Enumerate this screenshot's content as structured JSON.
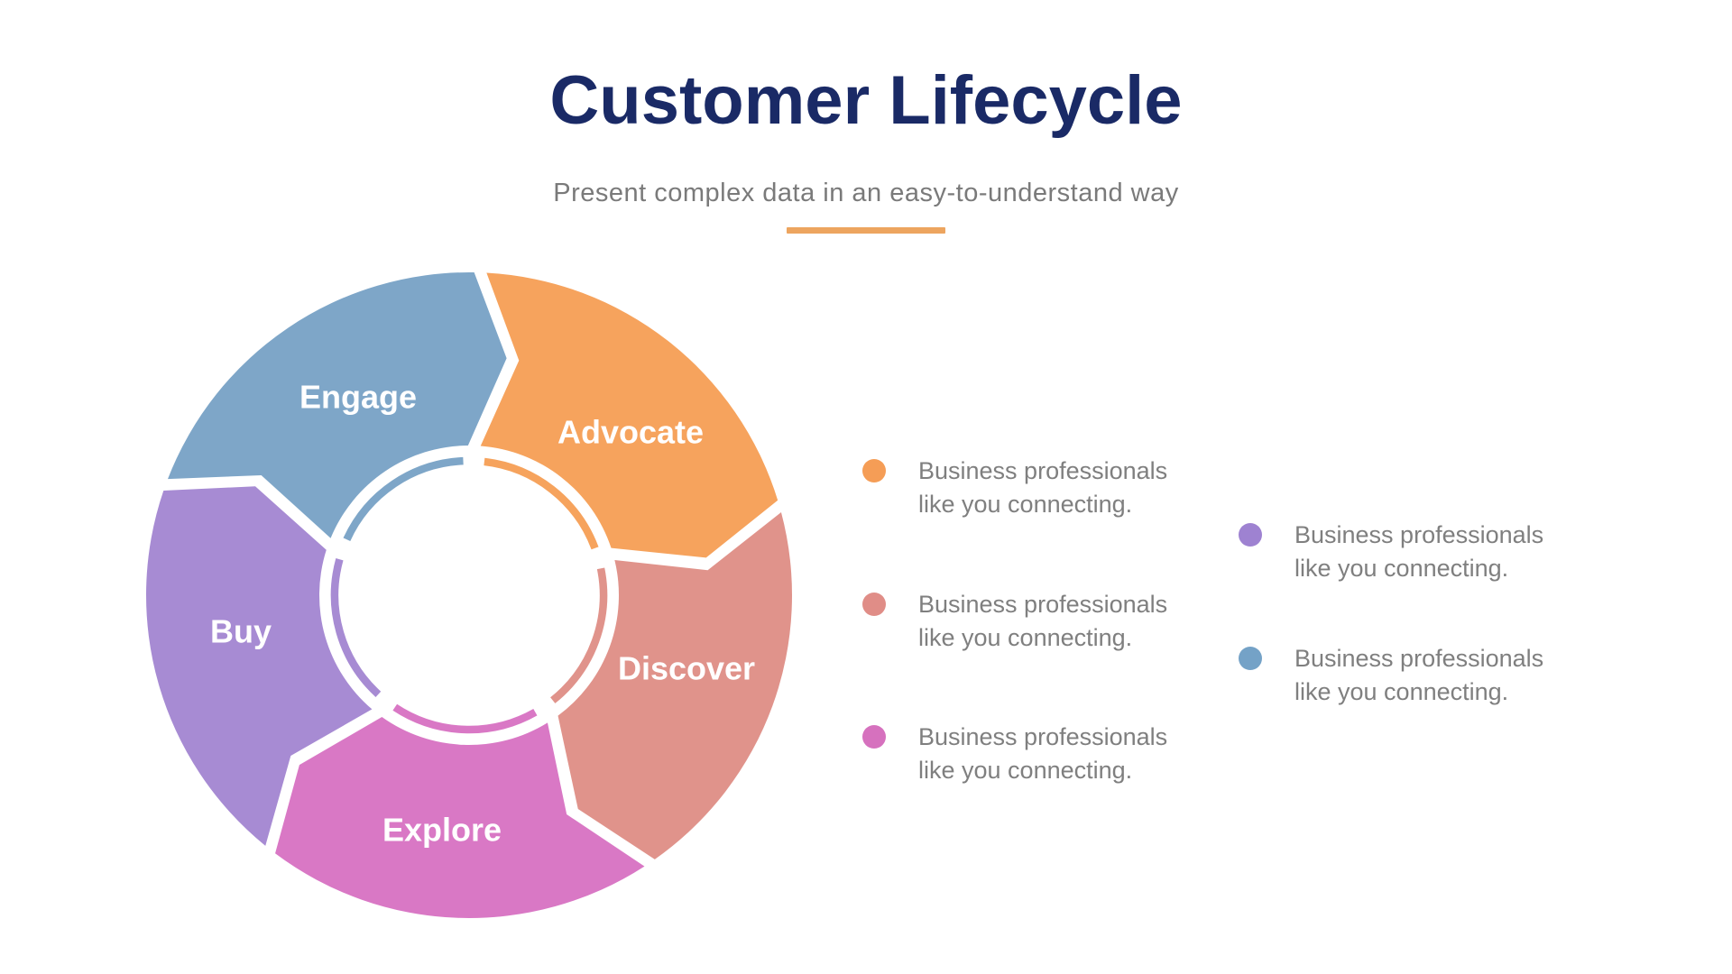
{
  "header": {
    "title": "Customer Lifecycle",
    "subtitle": "Present complex data in an easy-to-understand way",
    "title_color": "#1A2A66",
    "subtitle_color": "#7A7A7A",
    "divider_color": "#EDA55F"
  },
  "wheel": {
    "label_color": "#FFFFFF",
    "segments": [
      {
        "id": "advocate",
        "label": "Advocate",
        "color": "#F6A35D"
      },
      {
        "id": "discover",
        "label": "Discover",
        "color": "#E0938B"
      },
      {
        "id": "explore",
        "label": "Explore",
        "color": "#D978C5"
      },
      {
        "id": "buy",
        "label": "Buy",
        "color": "#A78BD3"
      },
      {
        "id": "engage",
        "label": "Engage",
        "color": "#7EA6C8"
      }
    ]
  },
  "legend": {
    "text_color": "#7F7F7F",
    "items": [
      {
        "id": "advocate",
        "color": "#F59D56",
        "line1": "Business professionals",
        "line2": "like you connecting."
      },
      {
        "id": "discover",
        "color": "#E08D87",
        "line1": "Business professionals",
        "line2": "like you connecting."
      },
      {
        "id": "explore",
        "color": "#D671BE",
        "line1": "Business professionals",
        "line2": "like you connecting."
      },
      {
        "id": "buy",
        "color": "#9E82D1",
        "line1": "Business professionals",
        "line2": "like you connecting."
      },
      {
        "id": "engage",
        "color": "#74A2C7",
        "line1": "Business professionals",
        "line2": "like you connecting."
      }
    ]
  }
}
